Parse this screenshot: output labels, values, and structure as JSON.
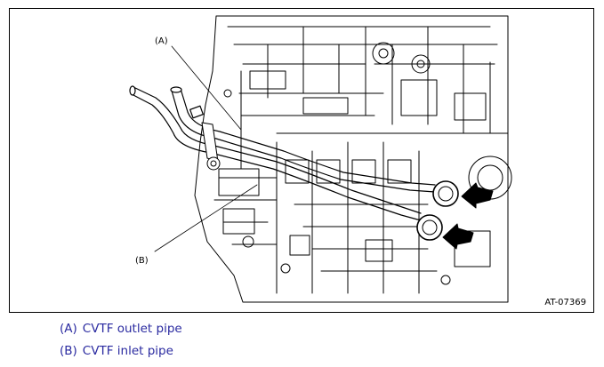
{
  "figure": {
    "figure_id": "AT-07369",
    "callouts": {
      "a": "(A)",
      "b": "(B)"
    }
  },
  "legend": [
    {
      "key": "(A)",
      "text": "CVTF outlet pipe"
    },
    {
      "key": "(B)",
      "text": "CVTF inlet pipe"
    }
  ],
  "colors": {
    "legend_text": "#2a2aa0",
    "line_art": "#000000"
  }
}
